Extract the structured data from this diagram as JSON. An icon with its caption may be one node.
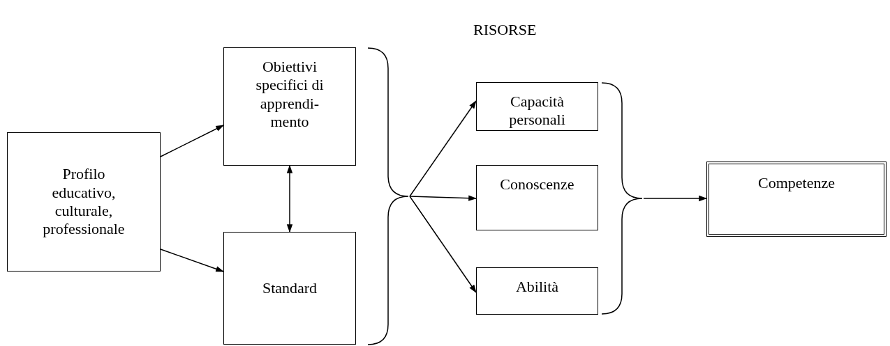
{
  "diagram": {
    "nodes": [
      {
        "text": [
          "Profilo educativo, culturale, professionale"
        ]
      },
      {
        "text": [
          "Obiettivi specifici di apprendi- mento"
        ]
      },
      {
        "text": [
          "Standard"
        ]
      },
      {
        "text": [],
        "shape": "brace"
      },
      {
        "text": [
          "Capacità personali"
        ]
      },
      {
        "text": [
          "Conoscenze"
        ]
      },
      {
        "text": [
          "Abilità"
        ]
      },
      {
        "text": [],
        "shape": "brace"
      },
      {
        "text": [
          "Competenze"
        ]
      }
    ],
    "edges": [
      {
        "from": 0,
        "to": 1,
        "arrow": "to"
      },
      {
        "from": 0,
        "to": 2,
        "arrow": "to"
      },
      {
        "from": 1,
        "to": 2,
        "arrow": "both"
      },
      {
        "from": 3,
        "to": 4,
        "arrow": "to"
      },
      {
        "from": 3,
        "to": 5,
        "arrow": "to"
      },
      {
        "from": 3,
        "to": 6,
        "arrow": "to"
      },
      {
        "from": 7,
        "to": 8,
        "arrow": "to"
      }
    ],
    "labels": [
      "RISORSE"
    ]
  }
}
